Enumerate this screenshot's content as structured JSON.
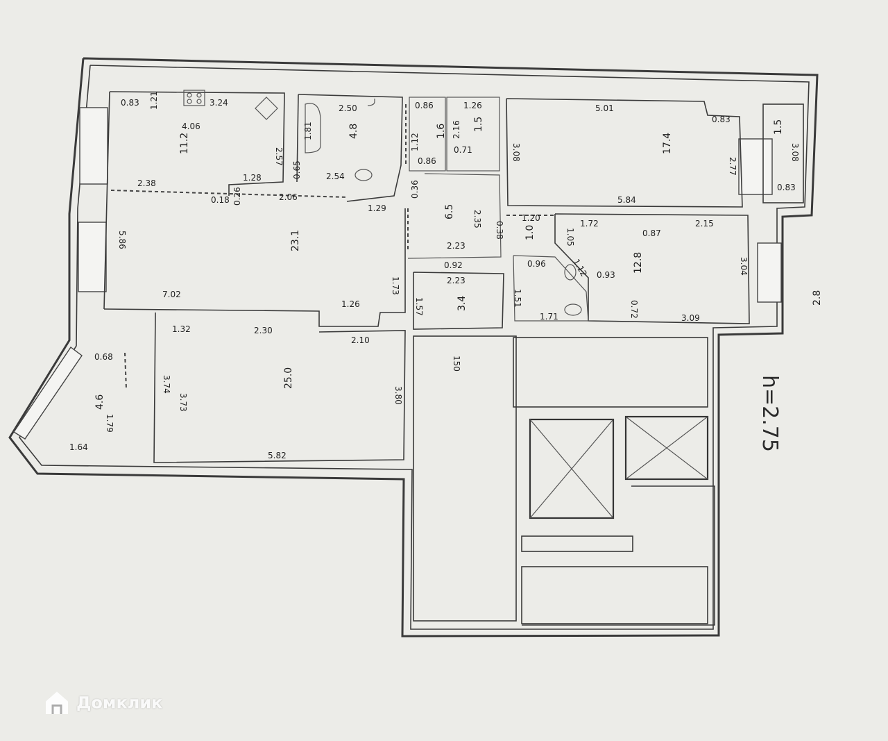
{
  "plan": {
    "ceiling_height": "h=2.75",
    "rooms": [
      {
        "id": "1",
        "area": "23.1"
      },
      {
        "id": "2",
        "area": "25.0"
      },
      {
        "id": "3",
        "area": "4.6"
      },
      {
        "id": "4",
        "area": "11.2"
      },
      {
        "id": "5",
        "area": "4.8"
      },
      {
        "id": "6",
        "area": "1.5"
      },
      {
        "id": "7",
        "area": "17.4"
      },
      {
        "id": "8",
        "area": "12.8"
      },
      {
        "id": "9",
        "area": "2.8"
      },
      {
        "id": "10",
        "area": "6.5"
      },
      {
        "id": "11",
        "area": "1.0"
      },
      {
        "id": "12",
        "area": "3.4"
      },
      {
        "id": "13",
        "area": "1.5"
      },
      {
        "id": "14",
        "area": "1.6"
      }
    ],
    "dimensions": {
      "d083a": "0.83",
      "d121": "1.21",
      "d324": "3.24",
      "d406": "4.06",
      "d257": "2.57",
      "d238": "2.38",
      "d128": "1.28",
      "d018": "0.18",
      "d026": "0.26",
      "d206": "2.06",
      "d586": "5.86",
      "d702": "7.02",
      "d126": "1.26",
      "d173": "1.73",
      "d250": "2.50",
      "d181": "1.81",
      "d065": "0.65",
      "d254": "2.54",
      "d086a": "0.86",
      "d126b": "1.26",
      "d112": "1.12",
      "d216": "2.16",
      "d071": "0.71",
      "d086b": "0.86",
      "d036": "0.36",
      "d129": "1.29",
      "d235": "2.35",
      "d223a": "2.23",
      "d038": "0.38",
      "d501": "5.01",
      "d083b": "0.83",
      "d277": "2.77",
      "d308": "3.08",
      "d584": "5.84",
      "d308b": "3.08",
      "d083c": "0.83",
      "d120": "1.20",
      "d172": "1.72",
      "d087": "0.87",
      "d215": "2.15",
      "d105": "1.05",
      "d304": "3.04",
      "d093": "0.93",
      "d112b": "1.12",
      "d072": "0.72",
      "d309": "3.09",
      "d096": "0.96",
      "d171": "1.71",
      "d151": "1.51",
      "d092": "0.92",
      "d223b": "2.23",
      "d157": "1.57",
      "d132": "1.32",
      "d230": "2.30",
      "d210": "2.10",
      "d373": "3.73",
      "d374": "3.74",
      "d380": "3.80",
      "d582": "5.82",
      "d068": "0.68",
      "d179": "1.79",
      "d164": "1.64",
      "d150": "150"
    }
  },
  "watermark": {
    "brand": "Домклик"
  }
}
